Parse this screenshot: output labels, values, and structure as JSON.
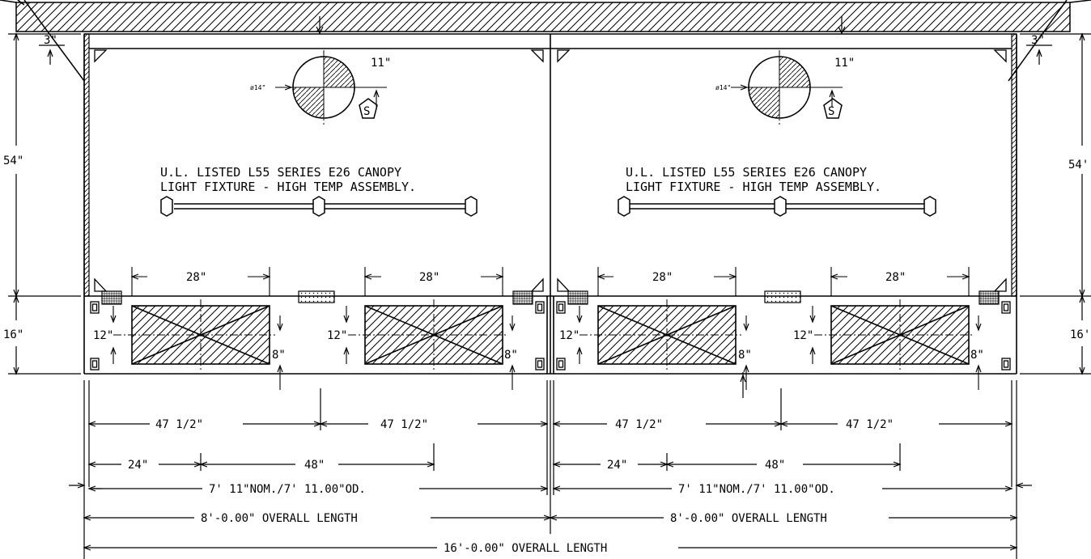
{
  "hood": {
    "panels": [
      {
        "note_line1": "U.L. LISTED L55 SERIES E26 CANOPY",
        "note_line2": "LIGHT FIXTURE - HIGH TEMP ASSEMBLY.",
        "collar_diameter": "ø14\"",
        "collar_offset": "11\"",
        "filter_width_left": "28\"",
        "filter_width_right": "28\"",
        "filter_height_left": "12\"",
        "filter_height_right": "12\"",
        "filter_depth_left": "8\"",
        "filter_depth_right": "8\"",
        "riser_half_left": "47 1/2\"",
        "riser_half_right": "47 1/2\"",
        "collar_pos": "24\"",
        "collar_spacing": "48\"",
        "nominal_length": "7' 11\"NOM./7' 11.00\"OD.",
        "overall_length": "8'-0.00\" OVERALL LENGTH"
      },
      {
        "note_line1": "U.L. LISTED L55 SERIES E26 CANOPY",
        "note_line2": "LIGHT FIXTURE - HIGH TEMP ASSEMBLY.",
        "collar_diameter": "ø14\"",
        "collar_offset": "11\"",
        "filter_width_left": "28\"",
        "filter_width_right": "28\"",
        "filter_height_left": "12\"",
        "filter_height_right": "12\"",
        "filter_depth_left": "8\"",
        "filter_depth_right": "8\"",
        "riser_half_left": "47 1/2\"",
        "riser_half_right": "47 1/2\"",
        "collar_pos": "24\"",
        "collar_spacing": "48\"",
        "nominal_length": "7' 11\"NOM./7' 11.00\"OD.",
        "overall_length": "8'-0.00\" OVERALL LENGTH"
      }
    ],
    "height_upper_left": "54\"",
    "height_upper_right": "54'",
    "height_lower_left": "16\"",
    "height_lower_right": "16'",
    "clearance_left": "3\"",
    "clearance_right": "3\"",
    "total_length": "16'-0.00\" OVERALL LENGTH",
    "colors": {
      "ink": "#000000",
      "paper": "#ffffff"
    }
  }
}
